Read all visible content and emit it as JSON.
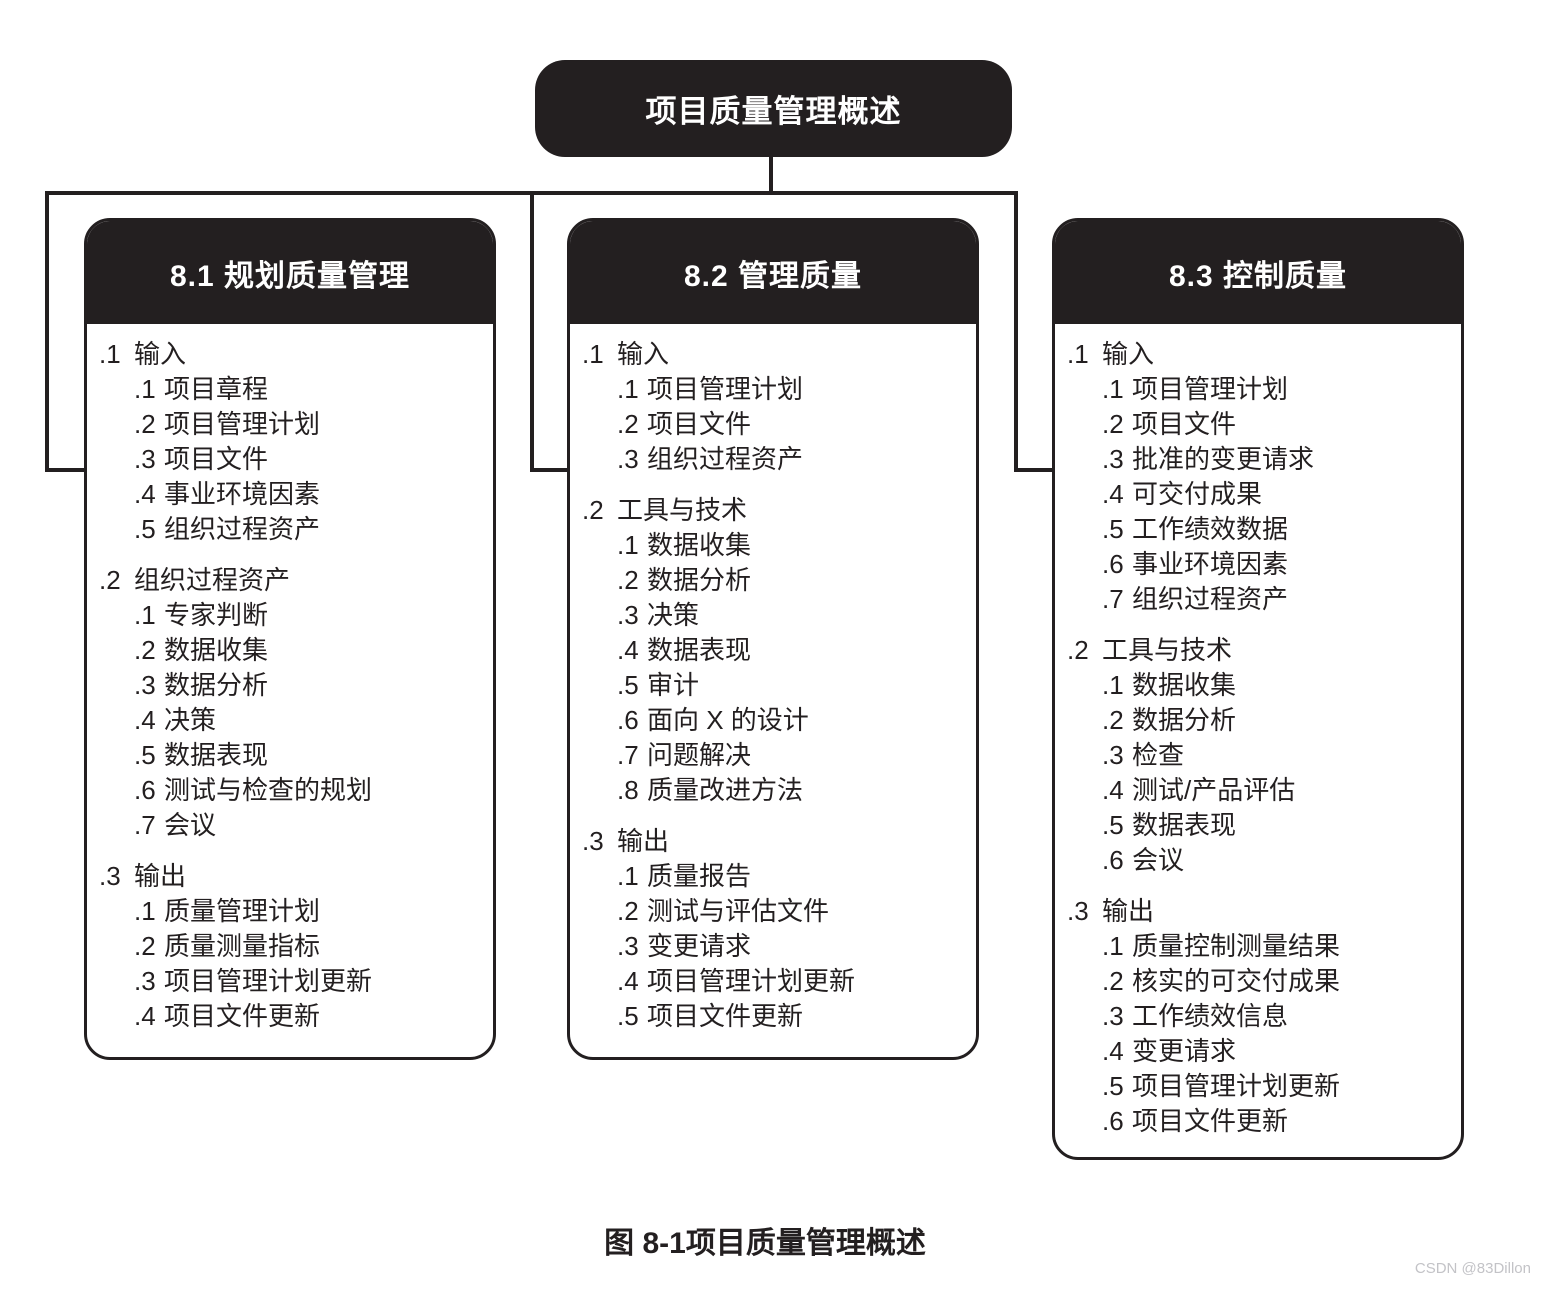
{
  "diagram": {
    "root_title": "项目质量管理概述",
    "caption": "图 8-1项目质量管理概述",
    "watermark": "CSDN @83Dillon",
    "colors": {
      "node_fill": "#231f20",
      "node_text": "#ffffff",
      "line": "#231f20",
      "watermark_text": "#c3c3c7"
    },
    "cards": [
      {
        "title": "8.1 规划质量管理",
        "sections": [
          {
            "num": ".1",
            "title": "输入",
            "items": [
              {
                "num": ".1",
                "label": "项目章程"
              },
              {
                "num": ".2",
                "label": "项目管理计划"
              },
              {
                "num": ".3",
                "label": "项目文件"
              },
              {
                "num": ".4",
                "label": "事业环境因素"
              },
              {
                "num": ".5",
                "label": "组织过程资产"
              }
            ]
          },
          {
            "num": ".2",
            "title": "组织过程资产",
            "items": [
              {
                "num": ".1",
                "label": "专家判断"
              },
              {
                "num": ".2",
                "label": "数据收集"
              },
              {
                "num": ".3",
                "label": "数据分析"
              },
              {
                "num": ".4",
                "label": "决策"
              },
              {
                "num": ".5",
                "label": "数据表现"
              },
              {
                "num": ".6",
                "label": "测试与检查的规划"
              },
              {
                "num": ".7",
                "label": "会议"
              }
            ]
          },
          {
            "num": ".3",
            "title": "输出",
            "items": [
              {
                "num": ".1",
                "label": "质量管理计划"
              },
              {
                "num": ".2",
                "label": "质量测量指标"
              },
              {
                "num": ".3",
                "label": "项目管理计划更新"
              },
              {
                "num": ".4",
                "label": "项目文件更新"
              }
            ]
          }
        ]
      },
      {
        "title": "8.2 管理质量",
        "sections": [
          {
            "num": ".1",
            "title": "输入",
            "items": [
              {
                "num": ".1",
                "label": "项目管理计划"
              },
              {
                "num": ".2",
                "label": "项目文件"
              },
              {
                "num": ".3",
                "label": "组织过程资产"
              }
            ]
          },
          {
            "num": ".2",
            "title": "工具与技术",
            "items": [
              {
                "num": ".1",
                "label": "数据收集"
              },
              {
                "num": ".2",
                "label": "数据分析"
              },
              {
                "num": ".3",
                "label": "决策"
              },
              {
                "num": ".4",
                "label": "数据表现"
              },
              {
                "num": ".5",
                "label": "审计"
              },
              {
                "num": ".6",
                "label": "面向 X 的设计"
              },
              {
                "num": ".7",
                "label": "问题解决"
              },
              {
                "num": ".8",
                "label": "质量改进方法"
              }
            ]
          },
          {
            "num": ".3",
            "title": "输出",
            "items": [
              {
                "num": ".1",
                "label": "质量报告"
              },
              {
                "num": ".2",
                "label": "测试与评估文件"
              },
              {
                "num": ".3",
                "label": "变更请求"
              },
              {
                "num": ".4",
                "label": "项目管理计划更新"
              },
              {
                "num": ".5",
                "label": "项目文件更新"
              }
            ]
          }
        ]
      },
      {
        "title": "8.3 控制质量",
        "sections": [
          {
            "num": ".1",
            "title": "输入",
            "items": [
              {
                "num": ".1",
                "label": "项目管理计划"
              },
              {
                "num": ".2",
                "label": "项目文件"
              },
              {
                "num": ".3",
                "label": "批准的变更请求"
              },
              {
                "num": ".4",
                "label": "可交付成果"
              },
              {
                "num": ".5",
                "label": "工作绩效数据"
              },
              {
                "num": ".6",
                "label": "事业环境因素"
              },
              {
                "num": ".7",
                "label": "组织过程资产"
              }
            ]
          },
          {
            "num": ".2",
            "title": "工具与技术",
            "items": [
              {
                "num": ".1",
                "label": "数据收集"
              },
              {
                "num": ".2",
                "label": "数据分析"
              },
              {
                "num": ".3",
                "label": "检查"
              },
              {
                "num": ".4",
                "label": "测试/产品评估"
              },
              {
                "num": ".5",
                "label": "数据表现"
              },
              {
                "num": ".6",
                "label": "会议"
              }
            ]
          },
          {
            "num": ".3",
            "title": "输出",
            "items": [
              {
                "num": ".1",
                "label": "质量控制测量结果"
              },
              {
                "num": ".2",
                "label": "核实的可交付成果"
              },
              {
                "num": ".3",
                "label": "工作绩效信息"
              },
              {
                "num": ".4",
                "label": "变更请求"
              },
              {
                "num": ".5",
                "label": "项目管理计划更新"
              },
              {
                "num": ".6",
                "label": "项目文件更新"
              }
            ]
          }
        ]
      }
    ]
  }
}
